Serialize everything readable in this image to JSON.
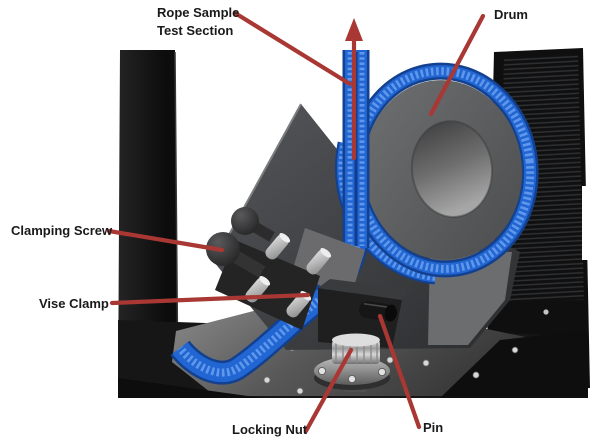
{
  "figure": {
    "labels": {
      "rope_sample_line1": "Rope Sample",
      "rope_sample_line2": "Test Section",
      "drum": "Drum",
      "clamping_screw": "Clamping Screw",
      "vise_clamp": "Vise Clamp",
      "locking_nut": "Locking Nut",
      "pin": "Pin"
    },
    "colors": {
      "annotation_arrow": "#a93733",
      "label_text": "#1a1a1a",
      "rope_blue": "#2166d2",
      "drum_gray": "#5d5f60",
      "machine_black": "#141414",
      "background": "#ffffff"
    }
  }
}
